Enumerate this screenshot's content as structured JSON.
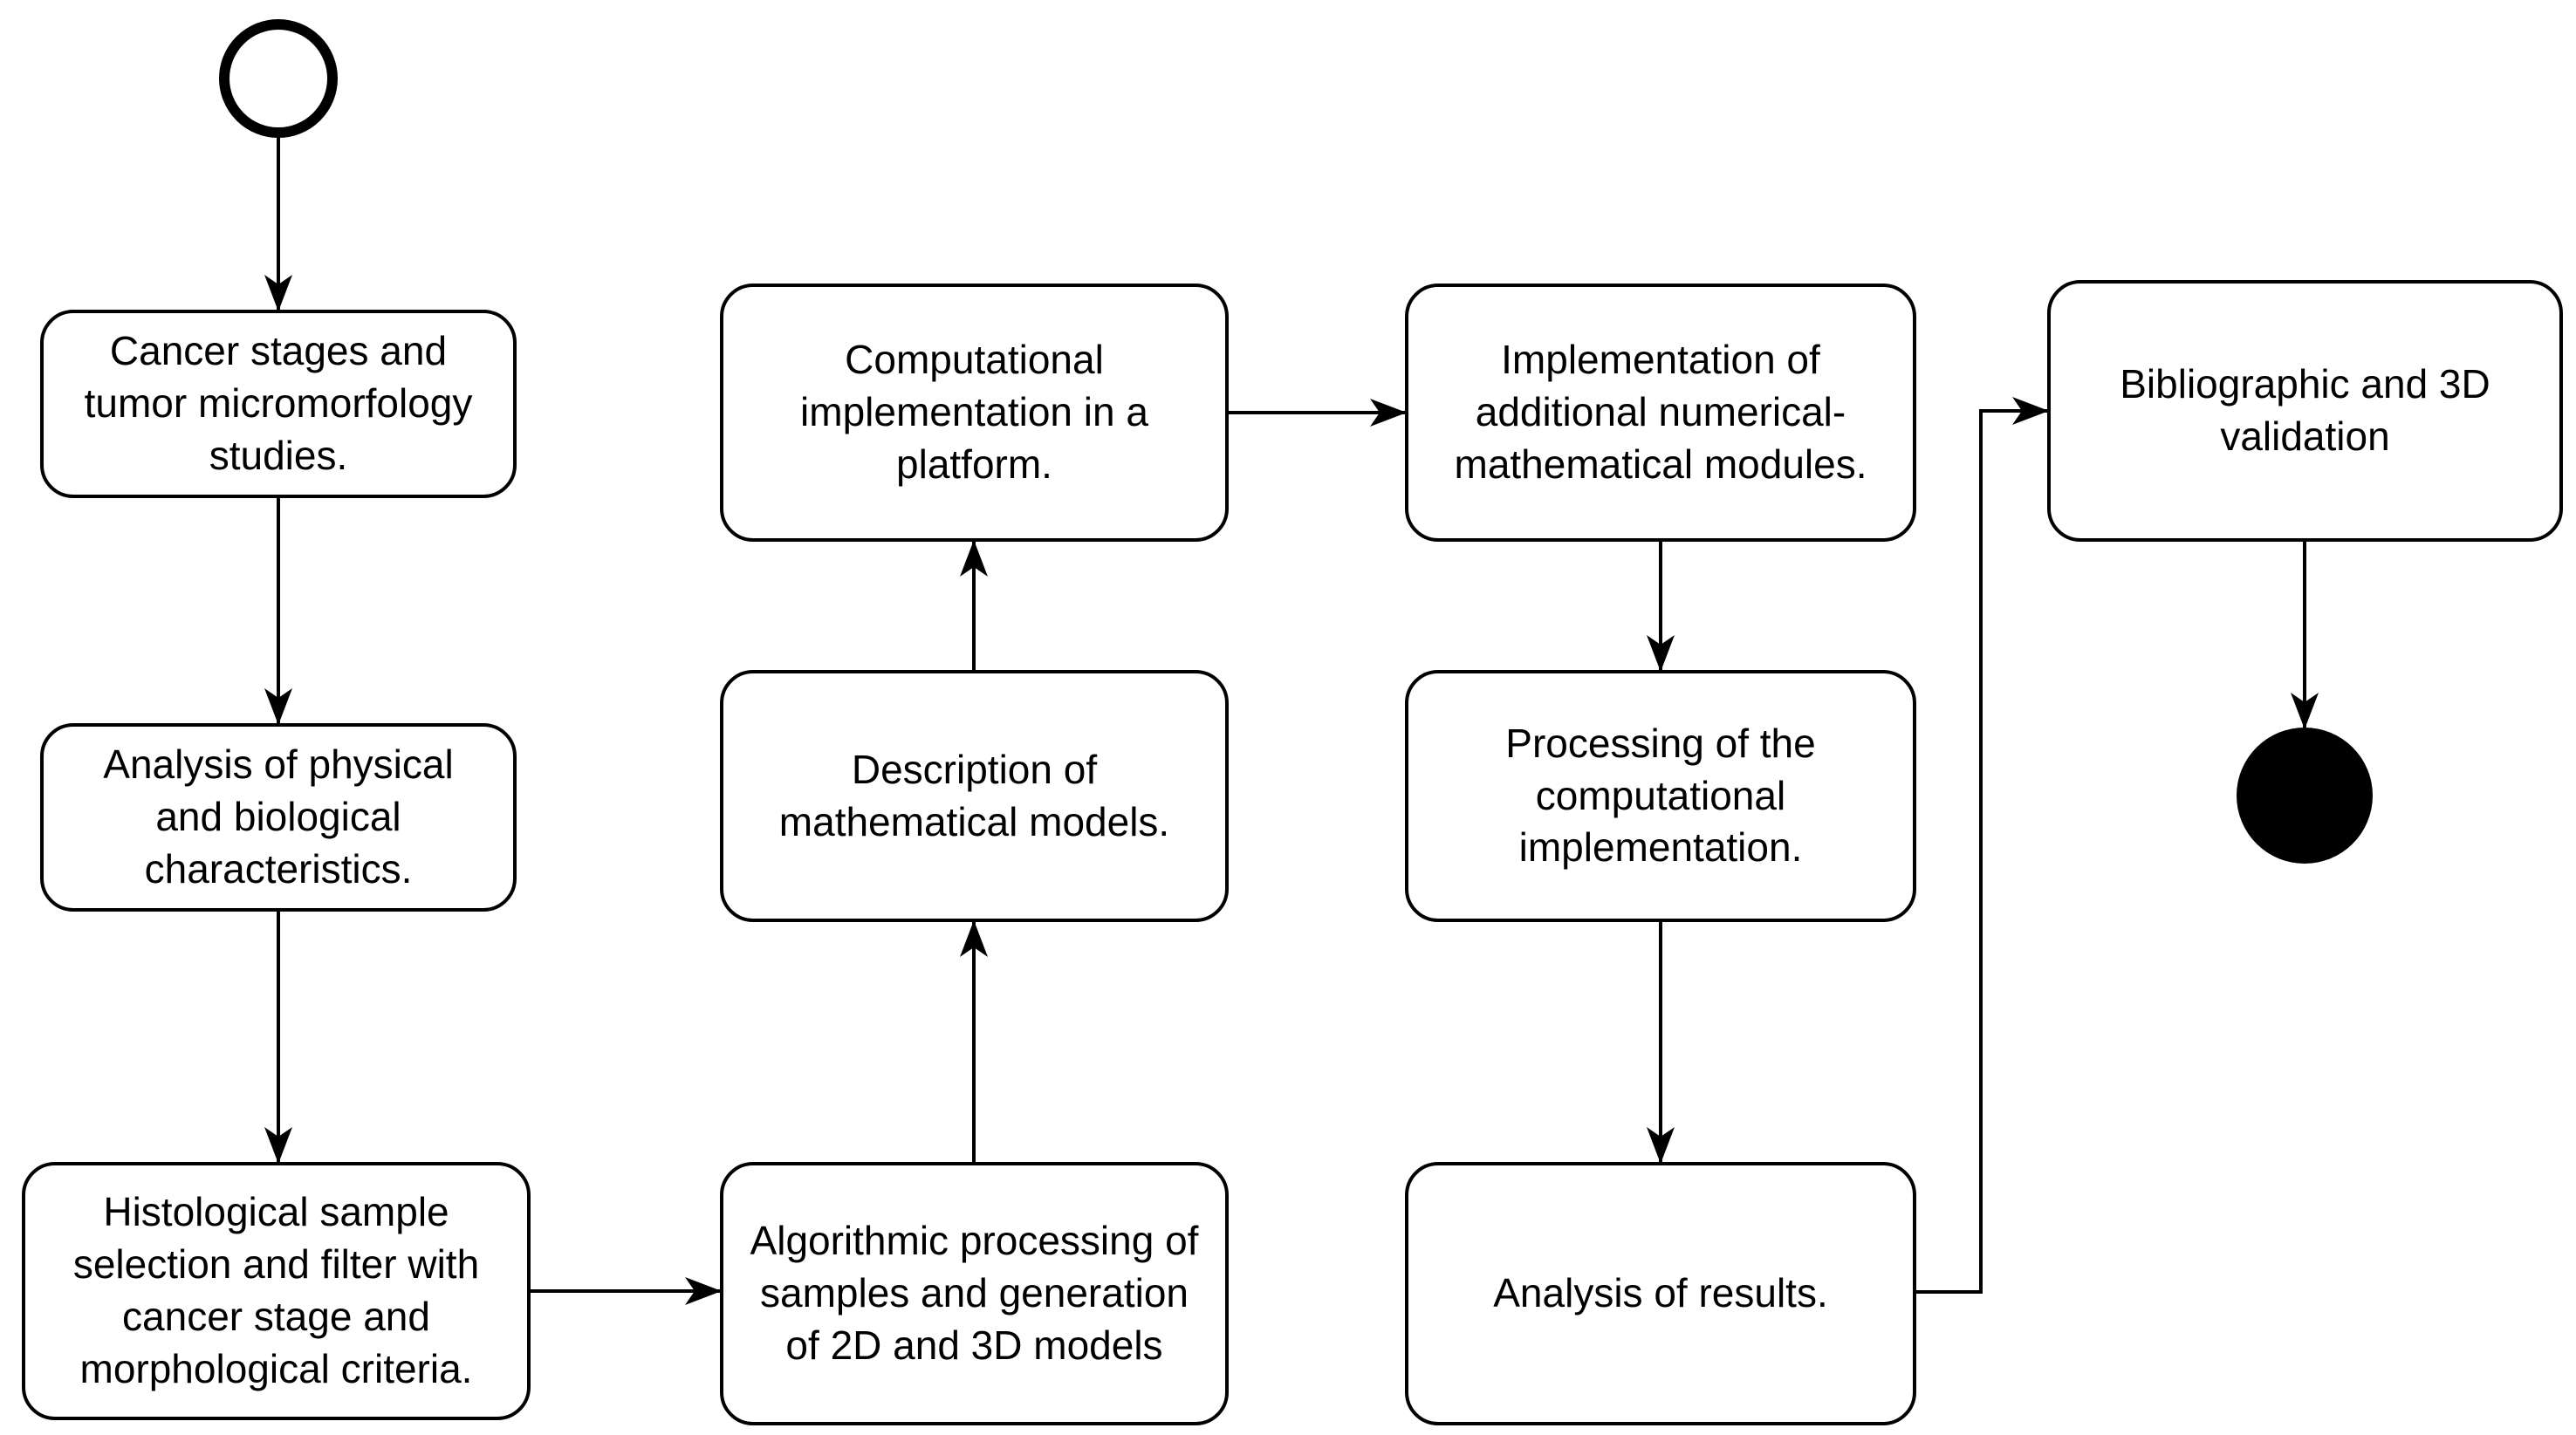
{
  "diagram": {
    "kind": "activity-flowchart",
    "colors": {
      "background": "#ffffff",
      "node_fill": "#ffffff",
      "node_border": "#000000",
      "line": "#000000",
      "initial_state_fill": "#ffffff",
      "final_state_fill": "#000000"
    },
    "markers": {
      "start": "initial-state-circle",
      "end": "final-state-filled-circle"
    },
    "nodes": [
      {
        "id": "cancer-stages",
        "label": "Cancer stages and\ntumor micromorfology\nstudies."
      },
      {
        "id": "analysis-physical",
        "label": "Analysis of physical\nand biological\ncharacteristics."
      },
      {
        "id": "histological-sample",
        "label": "Histological sample\nselection and filter with\ncancer stage and\nmorphological criteria."
      },
      {
        "id": "computational-impl",
        "label": "Computational\nimplementation in a\nplatform."
      },
      {
        "id": "description-models",
        "label": "Description of\nmathematical models."
      },
      {
        "id": "algorithmic-proc",
        "label": "Algorithmic processing of\nsamples and generation\nof 2D and 3D models"
      },
      {
        "id": "implementation-mod",
        "label": "Implementation of\nadditional numerical-\nmathematical modules."
      },
      {
        "id": "processing-impl",
        "label": "Processing of the\ncomputational\nimplementation."
      },
      {
        "id": "analysis-results",
        "label": "Analysis of results."
      },
      {
        "id": "bibliographic",
        "label": "Bibliographic and 3D\nvalidation"
      }
    ],
    "edges": [
      {
        "from": "start",
        "to": "cancer-stages"
      },
      {
        "from": "cancer-stages",
        "to": "analysis-physical"
      },
      {
        "from": "analysis-physical",
        "to": "histological-sample"
      },
      {
        "from": "histological-sample",
        "to": "algorithmic-proc"
      },
      {
        "from": "algorithmic-proc",
        "to": "description-models"
      },
      {
        "from": "description-models",
        "to": "computational-impl"
      },
      {
        "from": "computational-impl",
        "to": "implementation-mod"
      },
      {
        "from": "implementation-mod",
        "to": "processing-impl"
      },
      {
        "from": "processing-impl",
        "to": "analysis-results"
      },
      {
        "from": "analysis-results",
        "to": "bibliographic"
      },
      {
        "from": "bibliographic",
        "to": "end"
      }
    ]
  }
}
